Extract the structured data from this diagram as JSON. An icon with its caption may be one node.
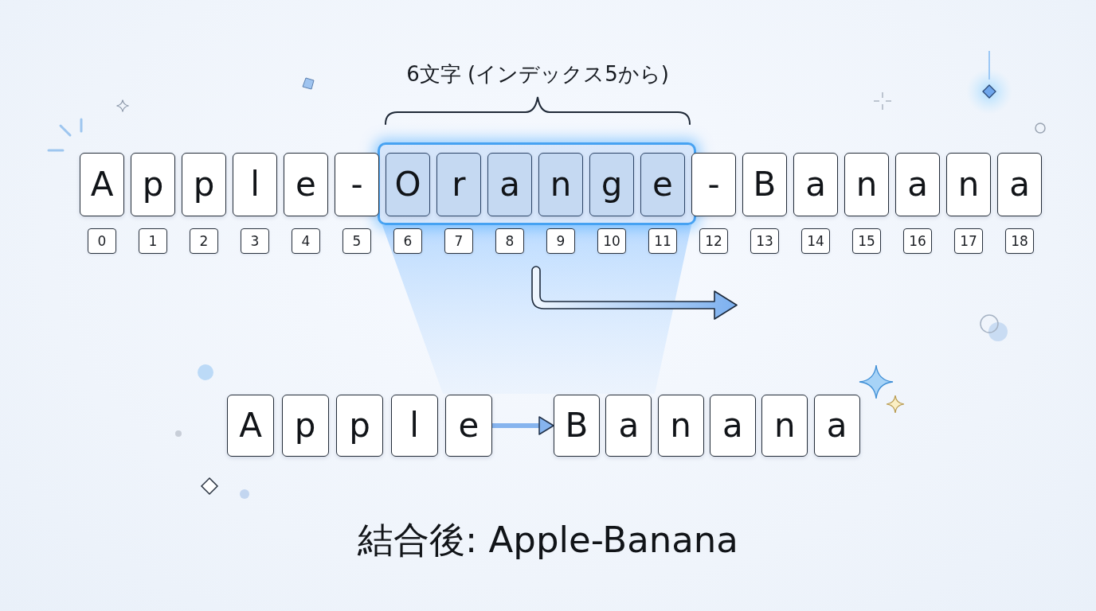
{
  "diagram": {
    "caption": "結合後: Apple-Banana",
    "nodes": [
      {
        "text": [
          "A"
        ]
      },
      {
        "text": [
          "p"
        ]
      },
      {
        "text": [
          "p"
        ]
      },
      {
        "text": [
          "l"
        ]
      },
      {
        "text": [
          "e"
        ]
      },
      {
        "text": [
          "-"
        ]
      },
      {
        "text": [],
        "shape": "box"
      },
      {
        "text": [
          "O"
        ],
        "in": 6
      },
      {
        "text": [
          "r"
        ],
        "in": 6
      },
      {
        "text": [
          "a"
        ],
        "in": 6
      },
      {
        "text": [
          "n"
        ],
        "in": 6
      },
      {
        "text": [
          "g"
        ],
        "in": 6
      },
      {
        "text": [
          "e"
        ],
        "in": 6
      },
      {
        "text": [
          "-"
        ]
      },
      {
        "text": [
          "B"
        ]
      },
      {
        "text": [
          "a"
        ]
      },
      {
        "text": [
          "n"
        ]
      },
      {
        "text": [
          "a"
        ]
      },
      {
        "text": [
          "n"
        ]
      },
      {
        "text": [
          "a"
        ]
      },
      {
        "text": [
          "0"
        ]
      },
      {
        "text": [
          "1"
        ]
      },
      {
        "text": [
          "2"
        ]
      },
      {
        "text": [
          "3"
        ]
      },
      {
        "text": [
          "4"
        ]
      },
      {
        "text": [
          "5"
        ]
      },
      {
        "text": [
          "6"
        ]
      },
      {
        "text": [
          "7"
        ]
      },
      {
        "text": [
          "8"
        ]
      },
      {
        "text": [
          "9"
        ]
      },
      {
        "text": [
          "10"
        ]
      },
      {
        "text": [
          "11"
        ]
      },
      {
        "text": [
          "12"
        ]
      },
      {
        "text": [
          "13"
        ]
      },
      {
        "text": [
          "14"
        ]
      },
      {
        "text": [
          "15"
        ]
      },
      {
        "text": [
          "16"
        ]
      },
      {
        "text": [
          "17"
        ]
      },
      {
        "text": [
          "18"
        ]
      },
      {
        "text": [
          "A"
        ]
      },
      {
        "text": [
          "p"
        ]
      },
      {
        "text": [
          "p"
        ]
      },
      {
        "text": [
          "l"
        ]
      },
      {
        "text": [
          "e"
        ]
      },
      {
        "text": [
          "B"
        ]
      },
      {
        "text": [
          "a"
        ]
      },
      {
        "text": [
          "n"
        ]
      },
      {
        "text": [
          "a"
        ]
      },
      {
        "text": [
          "n"
        ]
      },
      {
        "text": [
          "a"
        ]
      }
    ],
    "edges": [
      {
        "from": 43,
        "to": 44,
        "arrow": "to"
      }
    ],
    "labels": [
      "6文字 (インデックス5から)"
    ]
  }
}
